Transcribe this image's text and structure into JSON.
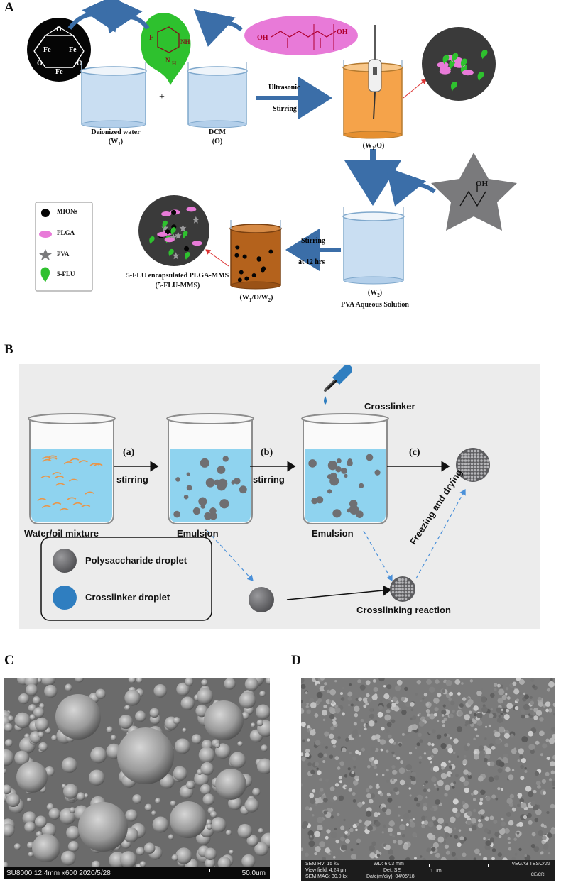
{
  "panels": {
    "a": "A",
    "b": "B",
    "c": "C",
    "d": "D"
  },
  "panel_a": {
    "w1_label": "Deionized water",
    "w1_sub": "(W",
    "w1_subnum": "1",
    "w1_close": ")",
    "plus": "+",
    "dcm_label": "DCM",
    "dcm_sub": "(O)",
    "ultrasonic": "Ultrasonic",
    "stirring1": "Stirring",
    "w1o_label": "(W",
    "w1o_num": "1",
    "w1o_close": "/O)",
    "stirring2": "Stirring",
    "at12": "at 12 hrs",
    "w2_label": "(W",
    "w2_num": "2",
    "w2_close": ")",
    "pva_solution": "PVA Aqueous Solution",
    "w1ow2_label": "(W",
    "w1ow2_num": "1",
    "w1ow2_close": "/O/W",
    "w1ow2_num2": "2",
    "w1ow2_end": ")",
    "product_line1": "5-FLU encapsulated PLGA-MMS",
    "product_line2": "(5-FLU-MMS)",
    "legend": [
      "MIONs",
      "PLGA",
      "PVA",
      "5-FLU"
    ],
    "fe": "Fe",
    "o": "O",
    "chem_f": "F",
    "chem_nh": "NH",
    "chem_n": "N",
    "chem_h2": "H",
    "chem_oh": "OH",
    "plga_oh": "OH",
    "pva_oh": "OH",
    "colors": {
      "arrow_blue": "#3b6ea8",
      "flu_green": "#2ec12e",
      "plga_pink": "#e87ad8",
      "orange": "#f5a34a",
      "brown": "#b4621c",
      "water_blue": "#c9def2"
    }
  },
  "panel_b": {
    "label_a": "(a)",
    "label_b": "(b)",
    "label_c": "(c)",
    "stirring_a": "stirring",
    "stirring_b": "stirring",
    "beaker1": "Water/oil mixture",
    "beaker2": "Emulsion",
    "beaker3": "Emulsion",
    "crosslinker": "Crosslinker",
    "legend_poly": "Polysaccharide droplet",
    "legend_cross": "Crosslinker droplet",
    "crosslinking": "Crosslinking reaction",
    "freezing": "Freezing and drying",
    "colors": {
      "background": "#ececec",
      "liquid": "#8fd3ef",
      "droplet": "#6f6f72",
      "crosslinker": "#2f7ec0",
      "fiber": "#e8964a"
    }
  },
  "panel_c": {
    "footer": "SU8000 12.4mm x600 2020/5/28",
    "scale": "50.0um"
  },
  "panel_d": {
    "hv": "SEM HV: 15 kV",
    "wd": "WD: 6.03 mm",
    "brand": "VEGA3 TESCAN",
    "view": "View field: 4.24 μm",
    "det": "Det: SE",
    "scale": "1 μm",
    "mag": "SEM MAG: 30.0 kx",
    "date": "Date(m/d/y): 04/05/18",
    "logo": "CE/CRI"
  }
}
